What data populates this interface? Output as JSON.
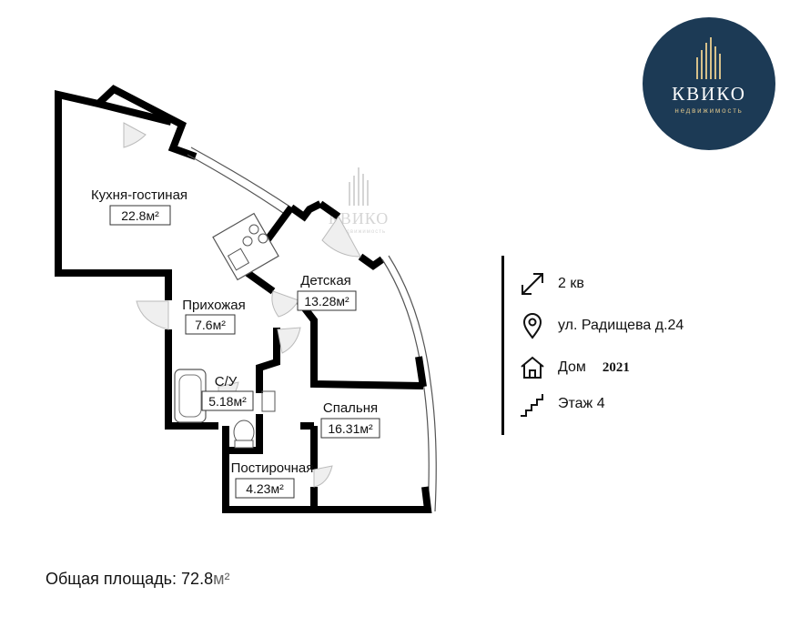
{
  "logo": {
    "name": "КВИКО",
    "tagline": "недвижимость"
  },
  "watermark": {
    "name": "КВИКО",
    "tagline": "недвижимость"
  },
  "rooms": [
    {
      "name": "Кухня-гостиная",
      "area": "22.8м²"
    },
    {
      "name": "Прихожая",
      "area": "7.6м²"
    },
    {
      "name": "Детская",
      "area": "13.28м²"
    },
    {
      "name": "С/У",
      "area": "5.18м²"
    },
    {
      "name": "Спальня",
      "area": "16.31м²"
    },
    {
      "name": "Постирочная",
      "area": "4.23м²"
    }
  ],
  "info": {
    "rooms": {
      "icon": "expand-arrows-icon",
      "text": "2 кв"
    },
    "address": {
      "icon": "location-pin-icon",
      "text": "ул. Радищева д.24"
    },
    "house": {
      "icon": "house-icon",
      "text": "Дом",
      "year": "2021"
    },
    "floor": {
      "icon": "stairs-icon",
      "text": "Этаж 4"
    }
  },
  "total": {
    "label": "Общая площадь: 72.8",
    "unit": "м²"
  },
  "colors": {
    "logo_bg": "#1c3a55",
    "logo_gold": "#d6c08a",
    "walls": "#000000"
  }
}
